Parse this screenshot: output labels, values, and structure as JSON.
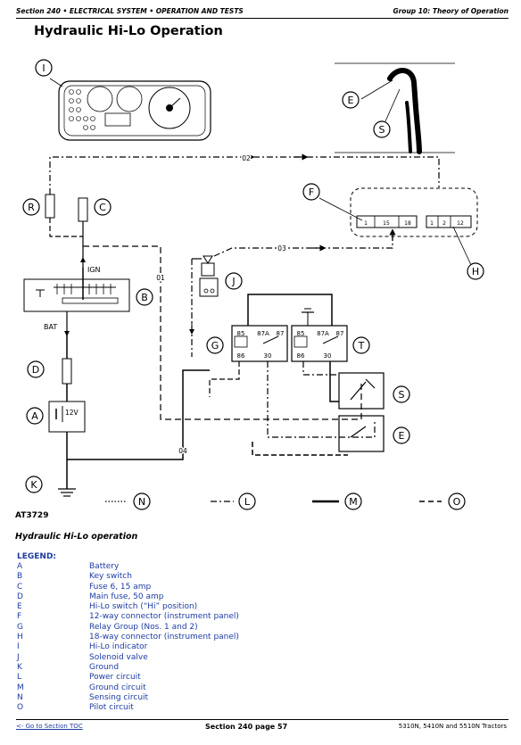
{
  "header": {
    "left": "Section 240 • ELECTRICAL SYSTEM • OPERATION AND TESTS",
    "right": "Group 10: Theory of Operation"
  },
  "title": "Hydraulic Hi-Lo Operation",
  "diagram": {
    "callouts": {
      "A": "A",
      "B": "B",
      "C": "C",
      "D": "D",
      "E": "E",
      "F": "F",
      "G": "G",
      "H": "H",
      "I": "I",
      "J": "J",
      "K": "K",
      "L": "L",
      "M": "M",
      "N": "N",
      "O": "O",
      "R": "R",
      "S": "S",
      "T": "T"
    },
    "wire_labels": {
      "w01": "01",
      "w02": "02",
      "w03": "03",
      "w04": "04"
    },
    "switch_labels": {
      "ign": "IGN",
      "bat": "BAT"
    },
    "battery_label": "12V",
    "connector_pins": [
      "1",
      "15",
      "18",
      "1",
      "2",
      "12"
    ],
    "relay_terminals": {
      "g_85": "85",
      "g_87a": "87A",
      "g_87": "87",
      "g_86": "86",
      "g_30": "30",
      "t_85": "85",
      "t_87a": "87A",
      "t_87": "87",
      "t_86": "86",
      "t_30": "30"
    },
    "figure_id": "AT3729"
  },
  "caption": "Hydraulic Hi-Lo operation",
  "legend": {
    "heading": "LEGEND:",
    "items": [
      {
        "key": "A",
        "value": "Battery"
      },
      {
        "key": "B",
        "value": "Key switch"
      },
      {
        "key": "C",
        "value": "Fuse 6, 15 amp"
      },
      {
        "key": "D",
        "value": "Main fuse, 50 amp"
      },
      {
        "key": "E",
        "value": "Hi-Lo switch (“Hi” position)"
      },
      {
        "key": "F",
        "value": "12-way connector (instrument panel)"
      },
      {
        "key": "G",
        "value": "Relay Group (Nos. 1 and 2)"
      },
      {
        "key": "H",
        "value": "18-way connector (instrument panel)"
      },
      {
        "key": "I",
        "value": "Hi-Lo indicator"
      },
      {
        "key": "J",
        "value": "Solenoid valve"
      },
      {
        "key": "K",
        "value": "Ground"
      },
      {
        "key": "L",
        "value": "Power circuit"
      },
      {
        "key": "M",
        "value": "Ground circuit"
      },
      {
        "key": "N",
        "value": "Sensing circuit"
      },
      {
        "key": "O",
        "value": "Pilot circuit"
      }
    ]
  },
  "footer": {
    "link": "<- Go to Section TOC",
    "page": "Section 240 page 57",
    "models": "5310N, 5410N and 5510N Tractors"
  }
}
